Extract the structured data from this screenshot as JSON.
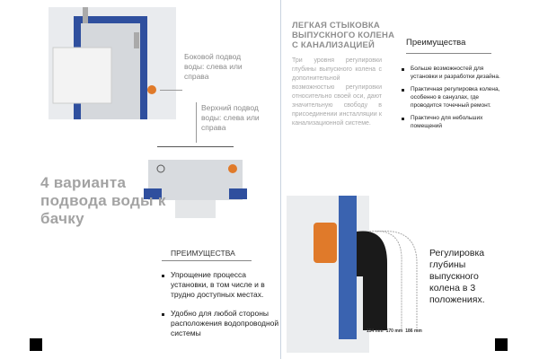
{
  "left_page": {
    "side_supply_caption": "Боковой подвод воды: слева или справа",
    "top_supply_caption": "Верхний подвод воды: слева или справа",
    "headline": "4 варианта подвода воды к бачку",
    "advantages_title": "ПРЕИМУЩЕСТВА",
    "advantages": [
      "Упрощение процесса установки, в том числе и в трудно доступных местах.",
      "Удобно для любой стороны расположения водопроводной системы"
    ]
  },
  "right_page": {
    "title": "ЛЕГКАЯ СТЫКОВКА ВЫПУСКНОГО КОЛЕНА С КАНАЛИЗАЦИЕЙ",
    "body": "Три уровня регулировки глубины выпускного колена с дополнительной возможностью регулировки относительно своей оси, дают значительную свободу в присоединении инсталляции к канализационной системе.",
    "advantages_title": "Преимущества",
    "advantages": [
      "Больше возможностей для установки и разработки дизайна.",
      "Практичная регулировка колена, особенно в санузлах, где проводится точечный ремонт.",
      "Практично для небольших помещений"
    ],
    "adjust_caption": "Регулировка глубины выпускного колена в 3 положениях.",
    "positions": [
      "154 mm",
      "170 mm",
      "186 mm"
    ]
  },
  "colors": {
    "frame_blue": "#2f4f9e",
    "fitting_orange": "#e07a2a"
  }
}
